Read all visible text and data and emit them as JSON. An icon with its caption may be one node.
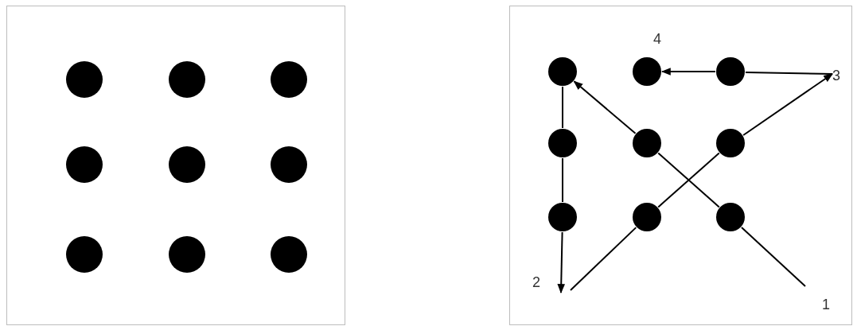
{
  "diagram": {
    "nodes": [
      {
        "text": [],
        "shape": "circle"
      },
      {
        "text": [],
        "shape": "circle"
      },
      {
        "text": [],
        "shape": "circle"
      },
      {
        "text": [],
        "shape": "circle"
      },
      {
        "text": [],
        "shape": "circle"
      },
      {
        "text": [],
        "shape": "circle"
      },
      {
        "text": [],
        "shape": "circle"
      },
      {
        "text": [],
        "shape": "circle"
      },
      {
        "text": [],
        "shape": "circle"
      },
      {
        "text": [],
        "shape": "circle"
      },
      {
        "text": [],
        "shape": "circle"
      },
      {
        "text": [],
        "shape": "circle"
      },
      {
        "text": [],
        "shape": "circle"
      },
      {
        "text": [],
        "shape": "circle"
      },
      {
        "text": [],
        "shape": "circle"
      },
      {
        "text": [],
        "shape": "circle"
      },
      {
        "text": [],
        "shape": "circle"
      },
      {
        "text": [],
        "shape": "circle"
      },
      {
        "text": [
          "3"
        ]
      }
    ],
    "edges": [
      {
        "from": null,
        "to": 17,
        "arrow": "none"
      },
      {
        "from": 17,
        "to": 13,
        "arrow": "none"
      },
      {
        "from": 13,
        "to": 9,
        "arrow": "to"
      },
      {
        "from": 9,
        "to": 12,
        "arrow": "none"
      },
      {
        "from": 12,
        "to": 15,
        "arrow": "none"
      },
      {
        "from": 15,
        "to": null,
        "arrow": "to"
      },
      {
        "from": null,
        "to": 16,
        "arrow": "none"
      },
      {
        "from": 16,
        "to": 14,
        "arrow": "none"
      },
      {
        "from": 14,
        "to": 18,
        "arrow": "to"
      },
      {
        "from": 18,
        "to": 11,
        "arrow": "none"
      },
      {
        "from": 11,
        "to": 10,
        "arrow": "to"
      }
    ],
    "labels": [
      "4",
      "2",
      "1"
    ]
  }
}
